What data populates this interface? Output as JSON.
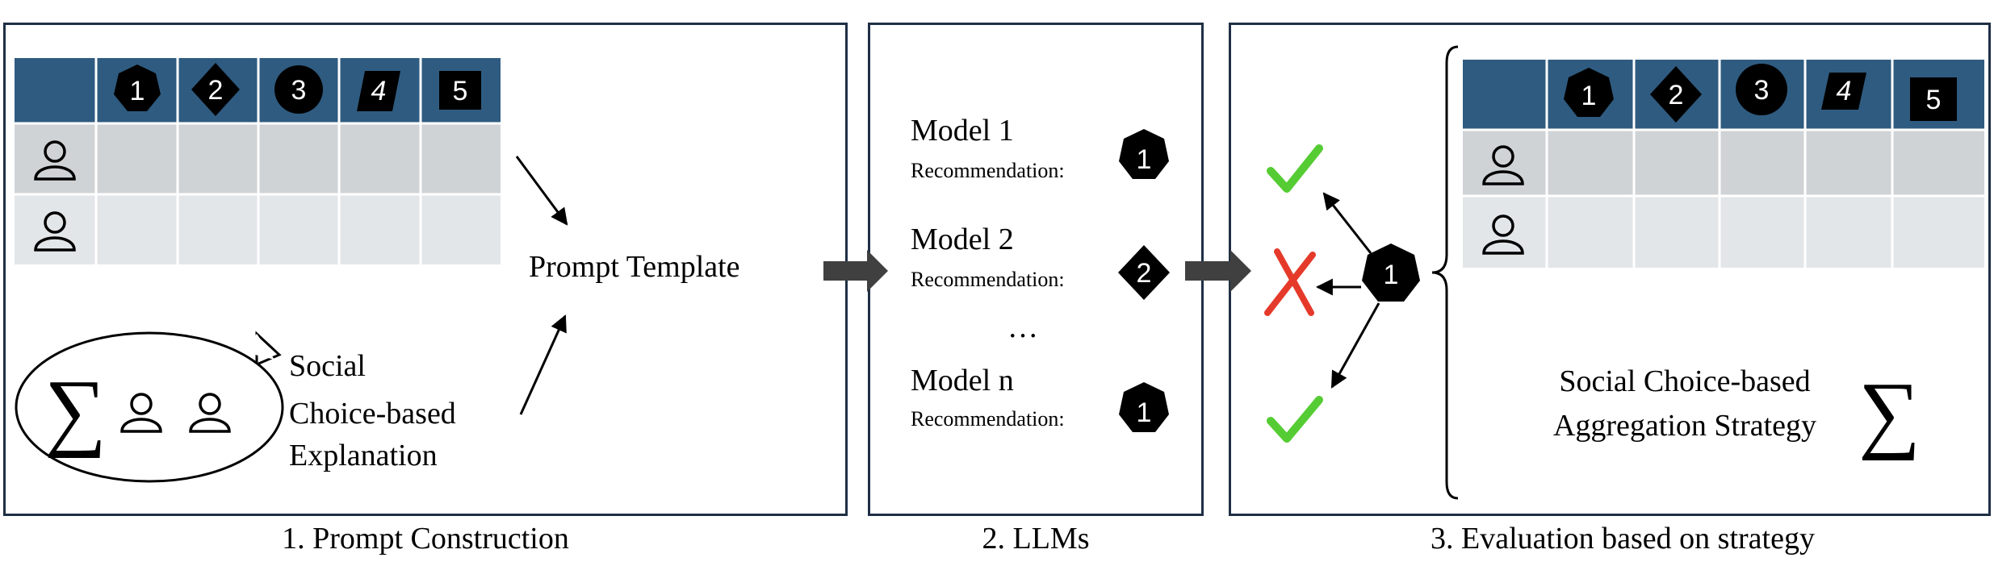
{
  "panels": {
    "prompt_construction": {
      "caption": "1. Prompt Construction",
      "table_headers": [
        "1",
        "2",
        "3",
        "4",
        "5"
      ],
      "prompt_template_label": "Prompt Template",
      "explanation_lines": [
        "Social",
        "Choice-based",
        "Explanation"
      ],
      "sigma_symbol": "∑"
    },
    "llms": {
      "caption": "2. LLMs",
      "models": [
        {
          "name": "Model 1",
          "recommendation_label": "Recommendation:",
          "item": "1"
        },
        {
          "name": "Model 2",
          "recommendation_label": "Recommendation:",
          "item": "2"
        },
        {
          "name": "Model n",
          "recommendation_label": "Recommendation:",
          "item": "1"
        }
      ],
      "ellipsis": "…"
    },
    "evaluation": {
      "caption": "3. Evaluation based on strategy",
      "center_item": "1",
      "table_headers": [
        "1",
        "2",
        "3",
        "4",
        "5"
      ],
      "strategy_lines": [
        "Social Choice-based",
        "Aggregation Strategy"
      ],
      "sigma_symbol": "∑"
    }
  },
  "colors": {
    "header": "#2f5b80",
    "row_dark": "#d0d3d6",
    "row_light": "#e3e6e9",
    "panel_border": "#1f2f45",
    "arrow_gray": "#404040",
    "check_green": "#55cc33",
    "cross_red": "#e53a2a"
  }
}
